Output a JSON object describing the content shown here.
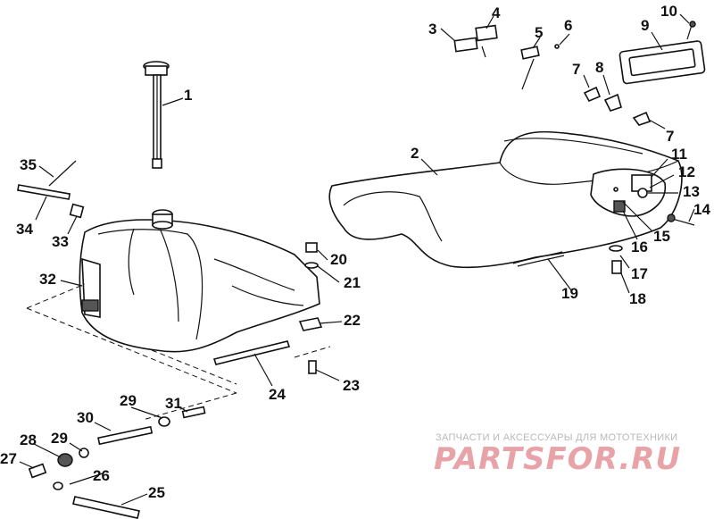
{
  "callouts": [
    {
      "id": "1",
      "label": "1"
    },
    {
      "id": "2",
      "label": "2"
    },
    {
      "id": "3",
      "label": "3"
    },
    {
      "id": "4",
      "label": "4"
    },
    {
      "id": "5",
      "label": "5"
    },
    {
      "id": "6",
      "label": "6"
    },
    {
      "id": "7a",
      "label": "7"
    },
    {
      "id": "7b",
      "label": "7"
    },
    {
      "id": "8",
      "label": "8"
    },
    {
      "id": "9",
      "label": "9"
    },
    {
      "id": "10",
      "label": "10"
    },
    {
      "id": "11",
      "label": "11"
    },
    {
      "id": "12",
      "label": "12"
    },
    {
      "id": "13",
      "label": "13"
    },
    {
      "id": "14",
      "label": "14"
    },
    {
      "id": "15",
      "label": "15"
    },
    {
      "id": "16",
      "label": "16"
    },
    {
      "id": "17",
      "label": "17"
    },
    {
      "id": "18",
      "label": "18"
    },
    {
      "id": "19",
      "label": "19"
    },
    {
      "id": "20",
      "label": "20"
    },
    {
      "id": "21",
      "label": "21"
    },
    {
      "id": "22",
      "label": "22"
    },
    {
      "id": "23",
      "label": "23"
    },
    {
      "id": "24",
      "label": "24"
    },
    {
      "id": "25",
      "label": "25"
    },
    {
      "id": "26",
      "label": "26"
    },
    {
      "id": "27",
      "label": "27"
    },
    {
      "id": "28",
      "label": "28"
    },
    {
      "id": "29a",
      "label": "29"
    },
    {
      "id": "29b",
      "label": "29"
    },
    {
      "id": "30",
      "label": "30"
    },
    {
      "id": "31",
      "label": "31"
    },
    {
      "id": "32",
      "label": "32"
    },
    {
      "id": "33",
      "label": "33"
    },
    {
      "id": "34",
      "label": "34"
    },
    {
      "id": "35",
      "label": "35"
    }
  ],
  "watermark": {
    "tagline": "ЗАПЧАСТИ И АКСЕССУАРЫ ДЛЯ МОТОТЕХНИКИ",
    "logo": "PARTSFOR.RU"
  }
}
